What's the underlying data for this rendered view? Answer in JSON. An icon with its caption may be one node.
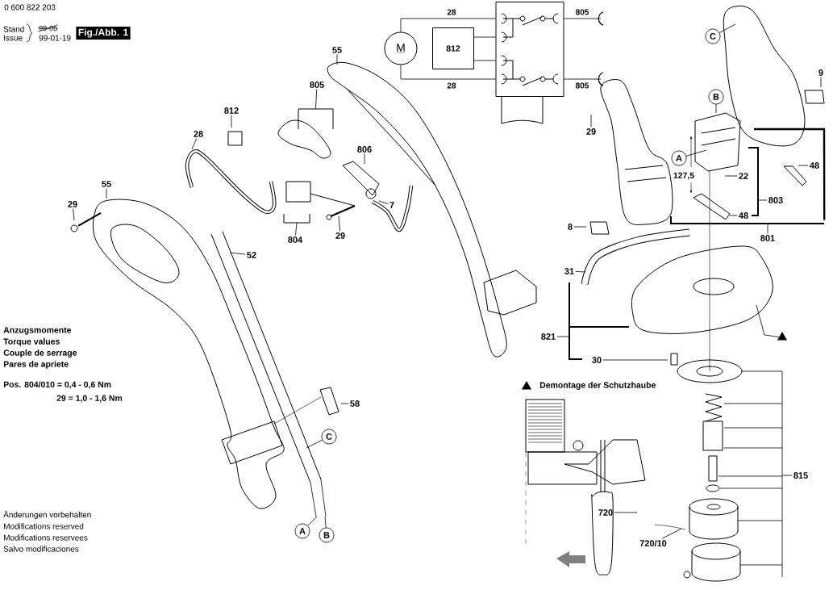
{
  "diagram": {
    "nodes": [
      {
        "text": [
          "Fig./Abb. 1"
        ]
      },
      {
        "text": [
          "M"
        ]
      },
      {
        "text": [
          "812"
        ]
      },
      {
        "text": [],
        "shape": "box"
      },
      {
        "text": [
          "812"
        ]
      },
      {
        "text": [
          "805"
        ]
      },
      {
        "text": [
          "28"
        ]
      },
      {
        "text": [
          "806"
        ]
      },
      {
        "text": [
          "55"
        ]
      },
      {
        "text": [
          "55"
        ]
      },
      {
        "text": [
          "29"
        ]
      },
      {
        "text": [
          "7"
        ]
      },
      {
        "text": [
          "804"
        ]
      },
      {
        "text": [
          "29"
        ]
      },
      {
        "text": [
          "52"
        ]
      },
      {
        "text": [
          "58"
        ]
      },
      {
        "text": [
          "C"
        ]
      },
      {
        "text": [
          "A"
        ]
      },
      {
        "text": [
          "B"
        ]
      },
      {
        "text": [
          "C"
        ]
      },
      {
        "text": [
          "29"
        ]
      },
      {
        "text": [
          "B"
        ]
      },
      {
        "text": [
          "A"
        ]
      },
      {
        "text": [
          "9"
        ]
      },
      {
        "text": [
          "22"
        ]
      },
      {
        "text": [
          "48"
        ]
      },
      {
        "text": [
          "803"
        ]
      },
      {
        "text": [
          "48"
        ]
      },
      {
        "text": [
          "8"
        ]
      },
      {
        "text": [
          "801"
        ]
      },
      {
        "text": [
          "31"
        ]
      },
      {
        "text": [
          "821"
        ]
      },
      {
        "text": [
          "30"
        ]
      },
      {
        "text": [
          "815"
        ]
      },
      {
        "text": [
          "720"
        ]
      },
      {
        "text": [
          "720/10"
        ]
      },
      {
        "text": [],
        "shape": "triangle"
      },
      {
        "text": [],
        "shape": "bracket"
      },
      {
        "text": [],
        "shape": "bracket"
      },
      {
        "text": [],
        "shape": "bracket"
      },
      {
        "text": [],
        "shape": "bracket"
      },
      {
        "text": [],
        "shape": "bracket"
      },
      {
        "text": [],
        "shape": "bracket"
      },
      {
        "text": [],
        "shape": "triangle"
      }
    ],
    "edges": [
      {
        "from": 1,
        "to": 3,
        "arrow": "none",
        "label": "28"
      },
      {
        "from": 1,
        "to": 3,
        "arrow": "none",
        "label": "28"
      },
      {
        "from": 2,
        "to": 3,
        "arrow": "none"
      },
      {
        "from": 2,
        "to": 3,
        "arrow": "none"
      },
      {
        "from": 3,
        "to": null,
        "arrow": "none",
        "label": "805"
      },
      {
        "from": 3,
        "to": null,
        "arrow": "none",
        "label": "805"
      },
      {
        "from": 4,
        "to": null,
        "arrow": "none"
      },
      {
        "from": 5,
        "to": 38,
        "arrow": "none"
      },
      {
        "from": 6,
        "to": null,
        "arrow": "none"
      },
      {
        "from": 7,
        "to": null,
        "arrow": "none"
      },
      {
        "from": 8,
        "to": null,
        "arrow": "none"
      },
      {
        "from": 9,
        "to": null,
        "arrow": "none"
      },
      {
        "from": 10,
        "to": null,
        "arrow": "none"
      },
      {
        "from": 11,
        "to": null,
        "arrow": "none"
      },
      {
        "from": 12,
        "to": 37,
        "arrow": "none"
      },
      {
        "from": 13,
        "to": null,
        "arrow": "none"
      },
      {
        "from": 14,
        "to": null,
        "arrow": "none"
      },
      {
        "from": 15,
        "to": null,
        "arrow": "none"
      },
      {
        "from": 16,
        "to": null,
        "arrow": "none"
      },
      {
        "from": 17,
        "to": null,
        "arrow": "none"
      },
      {
        "from": 18,
        "to": null,
        "arrow": "none"
      },
      {
        "from": 19,
        "to": null,
        "arrow": "none"
      },
      {
        "from": 20,
        "to": null,
        "arrow": "none"
      },
      {
        "from": 21,
        "to": null,
        "arrow": "none"
      },
      {
        "from": 22,
        "to": null,
        "arrow": "none"
      },
      {
        "from": 23,
        "to": null,
        "arrow": "none"
      },
      {
        "from": 24,
        "to": null,
        "arrow": "none"
      },
      {
        "from": 25,
        "to": null,
        "arrow": "none"
      },
      {
        "from": 26,
        "to": 39,
        "arrow": "none"
      },
      {
        "from": 27,
        "to": null,
        "arrow": "none"
      },
      {
        "from": 28,
        "to": null,
        "arrow": "none"
      },
      {
        "from": 29,
        "to": 40,
        "arrow": "none"
      },
      {
        "from": 30,
        "to": null,
        "arrow": "none"
      },
      {
        "from": 31,
        "to": 41,
        "arrow": "none"
      },
      {
        "from": 32,
        "to": null,
        "arrow": "none"
      },
      {
        "from": 33,
        "to": 42,
        "arrow": "none"
      },
      {
        "from": 34,
        "to": null,
        "arrow": "none"
      },
      {
        "from": 35,
        "to": null,
        "arrow": "none"
      },
      {
        "from": 36,
        "to": null,
        "arrow": "none"
      },
      {
        "from": 40,
        "to": null,
        "arrow": "none",
        "style": "thick"
      }
    ],
    "labels": [
      "0 600 822 203",
      "Stand",
      "Issue",
      "99-05",
      "99-01-19",
      "127,5",
      "Demontage der Schutzhaube",
      "Anzugsmomente",
      "Torque values",
      "Couple de serrage",
      "Pares de apriete",
      "Pos. 804/010 = 0,4 - 0,6 Nm",
      "29 = 1,0 - 1,6 Nm",
      "Änderungen vorbehalten",
      "Modifications reserved",
      "Modifications reservees",
      "Salvo modificaciones"
    ]
  }
}
